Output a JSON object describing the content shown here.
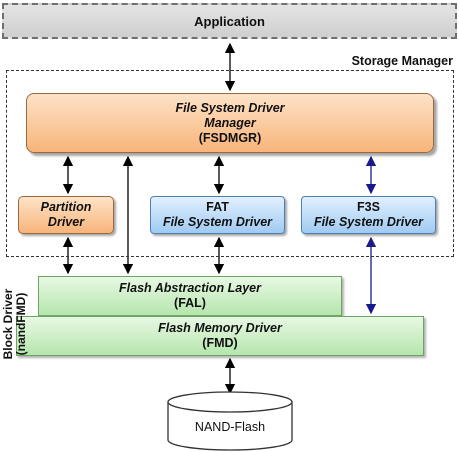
{
  "application": {
    "label": "Application"
  },
  "storage_manager": {
    "label": "Storage Manager"
  },
  "fsdmgr": {
    "line1": "File System Driver",
    "line2": "Manager",
    "line3": "(FSDMGR)"
  },
  "partition_driver": {
    "line1": "Partition",
    "line2": "Driver"
  },
  "fat_driver": {
    "line1": "FAT",
    "line2": "File System Driver"
  },
  "f3s_driver": {
    "line1": "F3S",
    "line2": "File System Driver"
  },
  "fal": {
    "line1": "Flash Abstraction Layer",
    "line2": "(FAL)"
  },
  "fmd": {
    "line1": "Flash Memory Driver",
    "line2": "(FMD)"
  },
  "block_driver": {
    "line1": "Block Driver",
    "line2": "(nandFMD)"
  },
  "nand_flash": {
    "label": "NAND-Flash"
  },
  "colors": {
    "orange_box": "#f8b47a",
    "blue_box": "#9fcbf2",
    "green_box": "#b6e6ad",
    "arrow_black": "#000000",
    "arrow_blue": "#1a1a8c"
  }
}
